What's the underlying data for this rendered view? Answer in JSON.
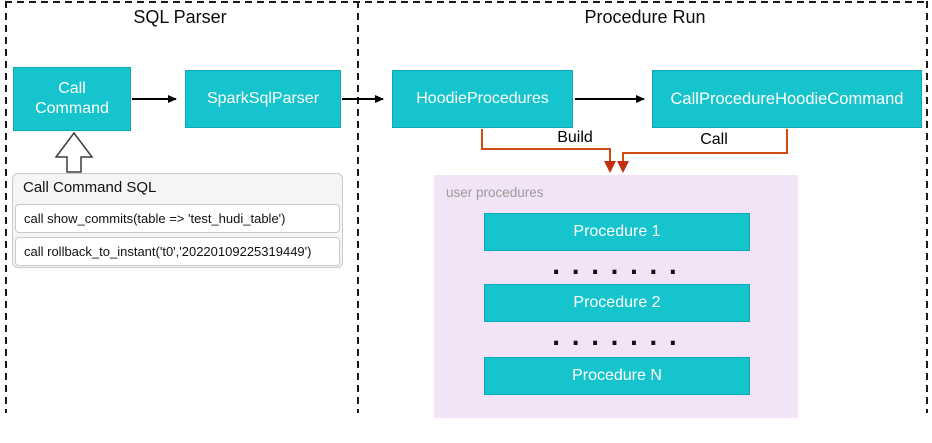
{
  "sections": {
    "sql_parser_title": "SQL Parser",
    "procedure_run_title": "Procedure Run"
  },
  "nodes": {
    "call_command": "Call\nCommand",
    "spark_sql_parser": "SparkSqlParser",
    "hoodie_procedures": "HoodieProcedures",
    "call_procedure_hoodie_command": "CallProcedureHoodieCommand"
  },
  "edges": {
    "build_label": "Build",
    "call_label": "Call"
  },
  "sql_panel": {
    "title": "Call Command SQL",
    "rows": [
      "call show_commits(table => 'test_hudi_table')",
      "call rollback_to_instant('t0','20220109225319449')"
    ]
  },
  "procedures_panel": {
    "label": "user procedures",
    "items": [
      "Procedure 1",
      "Procedure 2",
      "Procedure N"
    ],
    "ellipsis": "......."
  },
  "colors": {
    "node_teal": "#15c4cc",
    "connector_orange": "#d24a16",
    "panel_purple": "#f2e3f6"
  }
}
